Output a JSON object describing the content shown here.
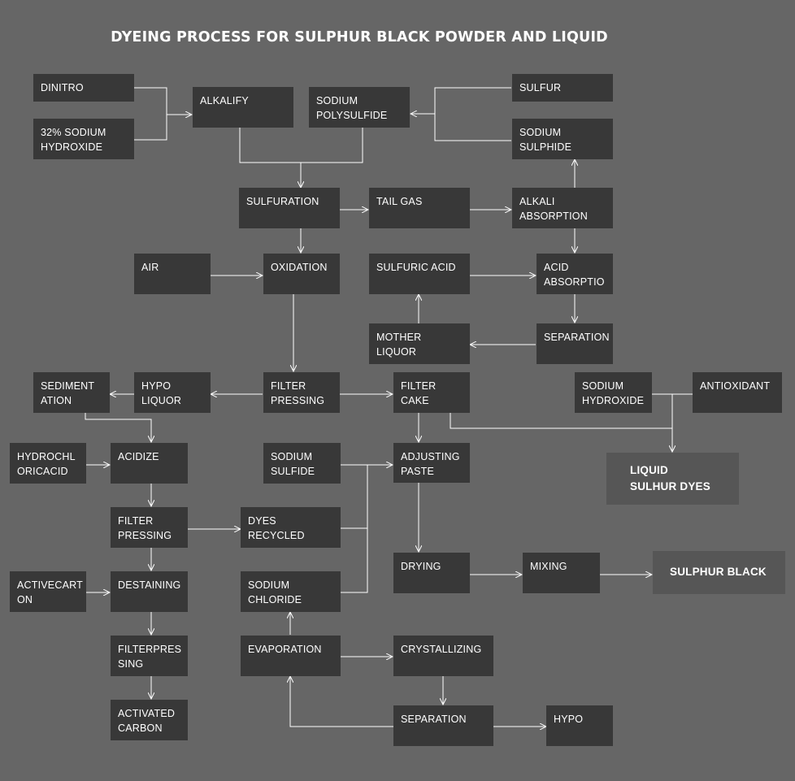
{
  "title": "DYEING PROCESS FOR SULPHUR BLACK POWDER AND LIQUID",
  "nodes": {
    "dinitro": "DINITRO",
    "sodium_hydroxide_32": "32% SODIUM\nHYDROXIDE",
    "alkalify": "ALKALIFY",
    "sodium_polysulfide": "SODIUM\nPOLYSULFIDE",
    "sulfur": "SULFUR",
    "sodium_sulphide": "SODIUM\nSULPHIDE",
    "sulfuration": "SULFURATION",
    "tail_gas": "TAIL GAS",
    "alkali_absorption": "ALKALI\nABSORPTION",
    "air": "AIR",
    "oxidation": "OXIDATION",
    "sulfuric_acid": "SULFURIC ACID",
    "acid_absorption": "ACID\nABSORPTIO",
    "mother_liquor": "MOTHER\nLIQUOR",
    "separation_top": "SEPARATION",
    "sedimentation": "SEDIMENT\nATION",
    "hypo_liquor": "HYPO\nLIQUOR",
    "filter_pressing_main": "FILTER\nPRESSING",
    "filter_cake": "FILTER\nCAKE",
    "sodium_hydroxide": "SODIUM\nHYDROXIDE",
    "antioxidant": "ANTIOXIDANT",
    "hydrochloric_acid": "HYDROCHL\nORICACID",
    "acidize": "ACIDIZE",
    "sodium_sulfide": "SODIUM\nSULFIDE",
    "adjusting_paste": "ADJUSTING\nPASTE",
    "liquid_sulphur_dyes": "LIQUID\nSULHUR DYES",
    "filter_pressing_left": "FILTER\nPRESSING",
    "dyes_recycled": "DYES RECYCLED",
    "active_carbon_in": "ACTIVECART\nON",
    "destaining": "DESTAINING",
    "sodium_chloride": "SODIUM\nCHLORIDE",
    "drying": "DRYING",
    "mixing": "MIXING",
    "sulphur_black": "SULPHUR BLACK",
    "filterpressing_bottom": "FILTERPRES\nSING",
    "evaporation": "EVAPORATION",
    "crystallizing": "CRYSTALLIZING",
    "activated_carbon": "ACTIVATED\nCARBON",
    "separation_bottom": "SEPARATION",
    "hypo": "HYPO"
  },
  "edges": [
    [
      "dinitro",
      "alkalify"
    ],
    [
      "sodium_hydroxide_32",
      "alkalify"
    ],
    [
      "sulfur",
      "sodium_polysulfide"
    ],
    [
      "sodium_sulphide",
      "sodium_polysulfide"
    ],
    [
      "alkalify",
      "sulfuration"
    ],
    [
      "sodium_polysulfide",
      "sulfuration"
    ],
    [
      "sulfuration",
      "tail_gas"
    ],
    [
      "tail_gas",
      "alkali_absorption"
    ],
    [
      "alkali_absorption",
      "sodium_sulphide"
    ],
    [
      "sulfuration",
      "oxidation"
    ],
    [
      "air",
      "oxidation"
    ],
    [
      "sulfuric_acid",
      "acid_absorption"
    ],
    [
      "alkali_absorption",
      "acid_absorption"
    ],
    [
      "acid_absorption",
      "separation_top"
    ],
    [
      "separation_top",
      "mother_liquor"
    ],
    [
      "mother_liquor",
      "sulfuric_acid"
    ],
    [
      "oxidation",
      "filter_pressing_main"
    ],
    [
      "filter_pressing_main",
      "hypo_liquor"
    ],
    [
      "hypo_liquor",
      "sedimentation"
    ],
    [
      "filter_pressing_main",
      "filter_cake"
    ],
    [
      "filter_cake",
      "liquid_sulphur_dyes"
    ],
    [
      "sodium_hydroxide",
      "liquid_sulphur_dyes"
    ],
    [
      "antioxidant",
      "liquid_sulphur_dyes"
    ],
    [
      "sedimentation",
      "acidize"
    ],
    [
      "hydrochloric_acid",
      "acidize"
    ],
    [
      "filter_cake",
      "adjusting_paste"
    ],
    [
      "sodium_sulfide",
      "adjusting_paste"
    ],
    [
      "dyes_recycled",
      "adjusting_paste"
    ],
    [
      "sodium_chloride",
      "adjusting_paste"
    ],
    [
      "acidize",
      "filter_pressing_left"
    ],
    [
      "filter_pressing_left",
      "dyes_recycled"
    ],
    [
      "filter_pressing_left",
      "destaining"
    ],
    [
      "active_carbon_in",
      "destaining"
    ],
    [
      "adjusting_paste",
      "drying"
    ],
    [
      "drying",
      "mixing"
    ],
    [
      "mixing",
      "sulphur_black"
    ],
    [
      "destaining",
      "filterpressing_bottom"
    ],
    [
      "filterpressing_bottom",
      "activated_carbon"
    ],
    [
      "evaporation",
      "sodium_chloride"
    ],
    [
      "evaporation",
      "crystallizing"
    ],
    [
      "crystallizing",
      "separation_bottom"
    ],
    [
      "separation_bottom",
      "evaporation"
    ],
    [
      "separation_bottom",
      "hypo"
    ]
  ]
}
